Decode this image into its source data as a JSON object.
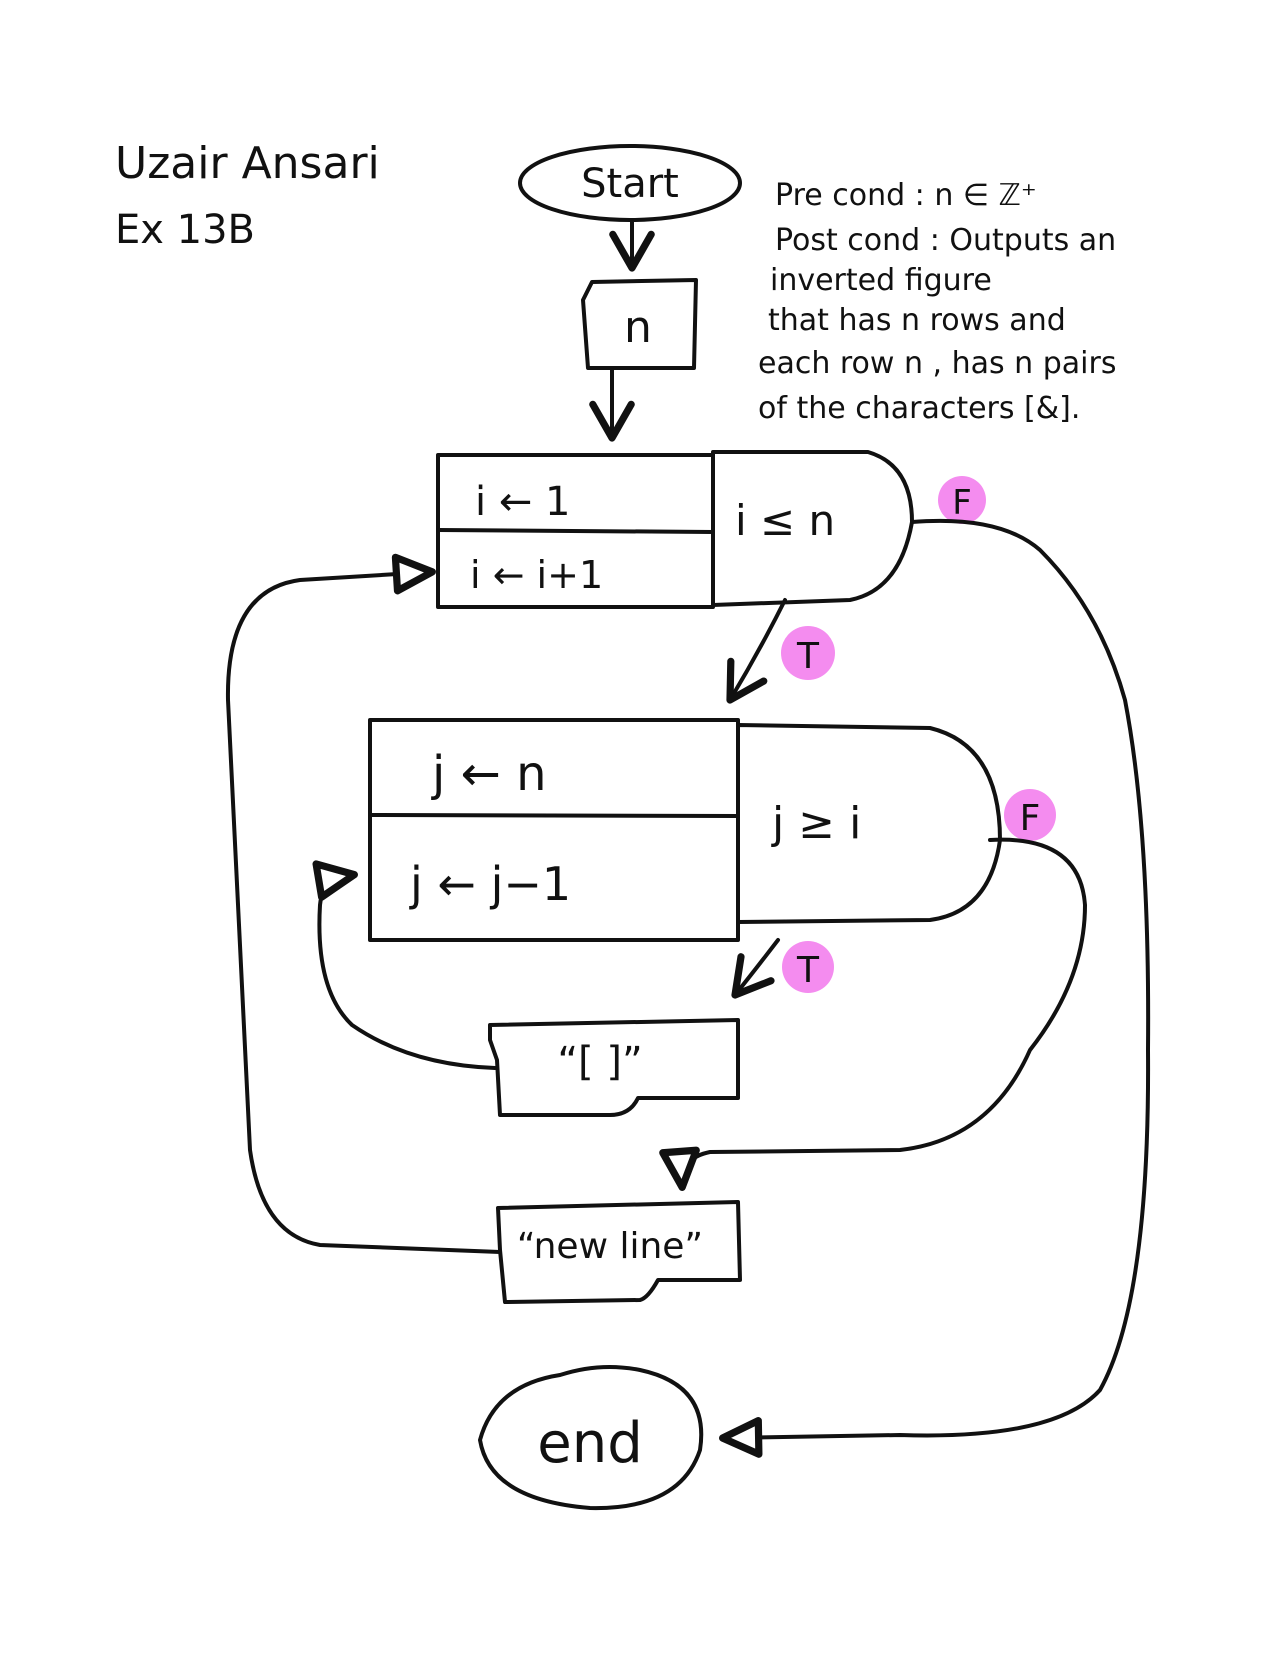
{
  "header": {
    "author": "Uzair Ansari",
    "exercise": "Ex 13B"
  },
  "notes": {
    "line1": "Pre cond : n ∈ ℤ⁺",
    "line2": "Post cond : Outputs an",
    "line3": "inverted figure",
    "line4": "that has n rows and",
    "line5": "each row n , has n pairs",
    "line6": "of the characters [&]."
  },
  "flowchart": {
    "start": "Start",
    "input": "n",
    "outer_loop": {
      "init": "i ← 1",
      "update": "i ← i+1",
      "condition": "i ≤ n"
    },
    "inner_loop": {
      "init": "j ← n",
      "update": "j ← j−1",
      "condition": "j ≥ i"
    },
    "output_brackets": "“[ ]”",
    "output_newline": "“new line”",
    "end": "end",
    "labels": {
      "outer_true": "T",
      "outer_false": "F",
      "inner_true": "T",
      "inner_false": "F"
    }
  },
  "colors": {
    "ink": "#111111",
    "badge": "#f48cef",
    "background": "#ffffff"
  }
}
